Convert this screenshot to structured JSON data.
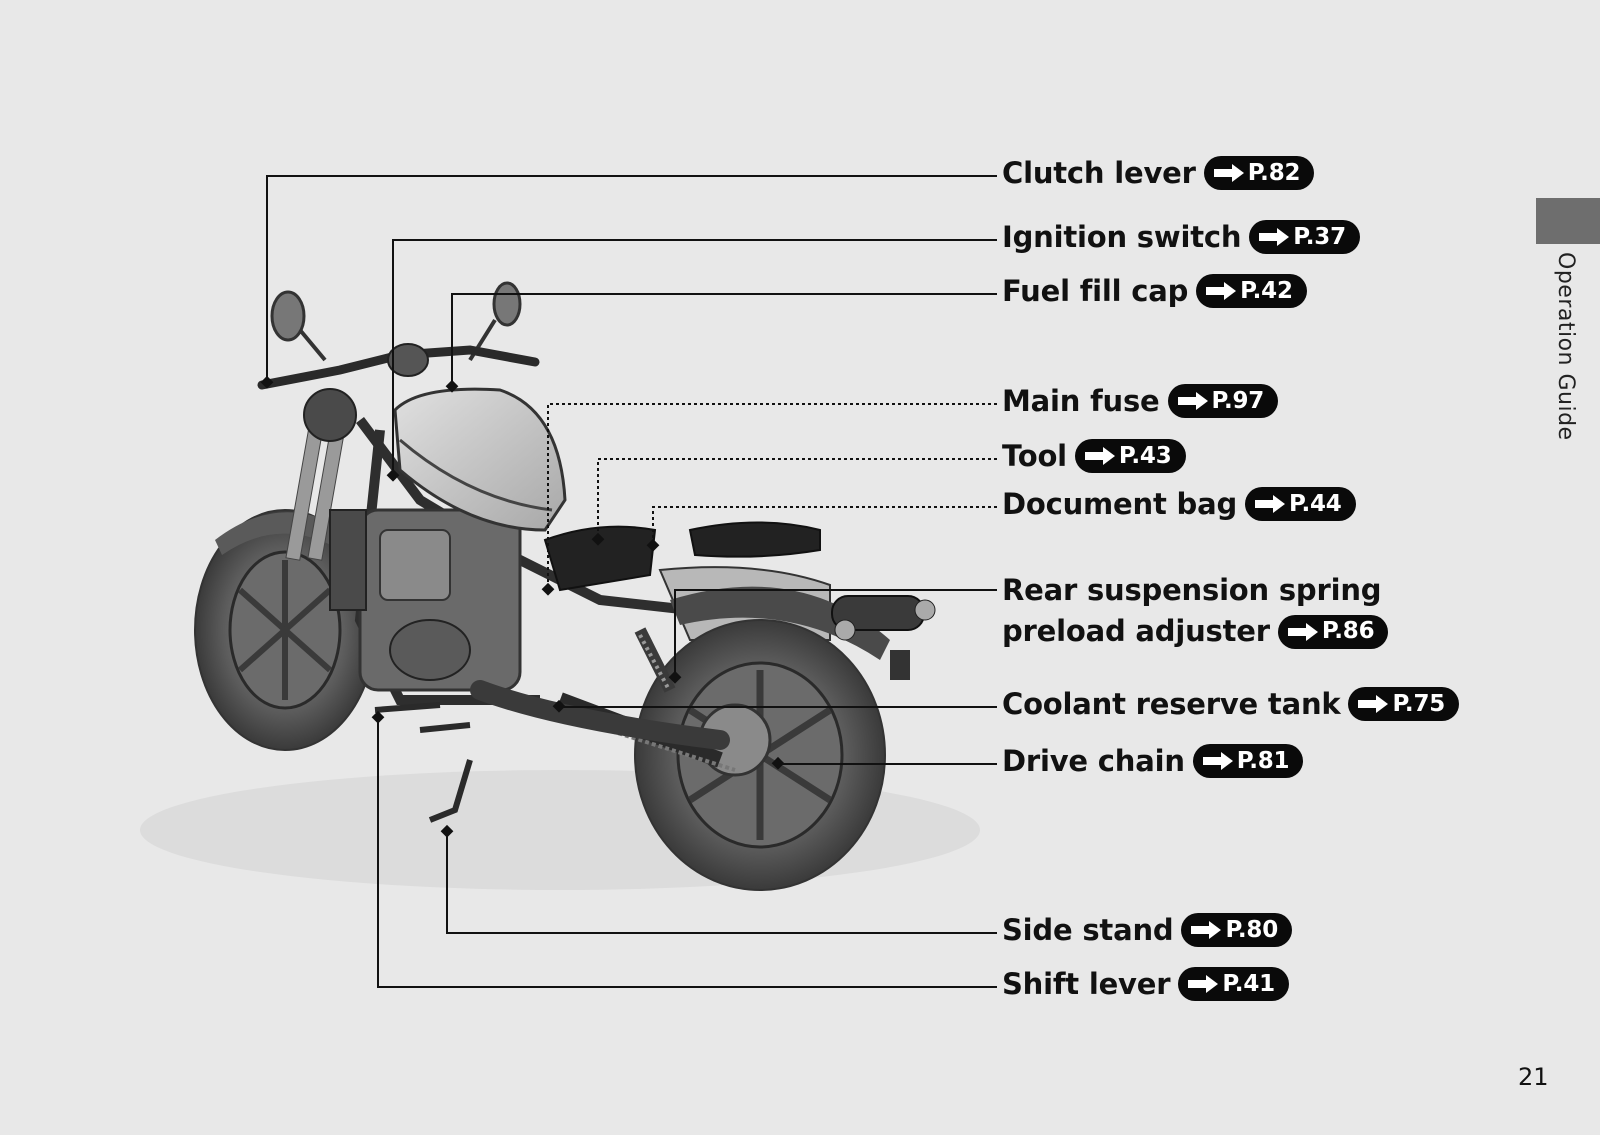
{
  "callouts": [
    {
      "label": "Clutch lever",
      "ref": "P.82"
    },
    {
      "label": "Ignition switch",
      "ref": "P.37"
    },
    {
      "label": "Fuel fill cap",
      "ref": "P.42"
    },
    {
      "label": "Main fuse",
      "ref": "P.97"
    },
    {
      "label": "Tool",
      "ref": "P.43"
    },
    {
      "label": "Document bag",
      "ref": "P.44"
    },
    {
      "label_line1": "Rear suspension spring",
      "label_line2": "preload adjuster",
      "ref": "P.86"
    },
    {
      "label": "Coolant reserve tank",
      "ref": "P.75"
    },
    {
      "label": "Drive chain",
      "ref": "P.81"
    },
    {
      "label": "Side stand",
      "ref": "P.80"
    },
    {
      "label": "Shift lever",
      "ref": "P.41"
    }
  ],
  "side_tab": {
    "label": "Operation Guide"
  },
  "page_number": "21",
  "icons": {
    "reference": "arrow-right-icon"
  }
}
